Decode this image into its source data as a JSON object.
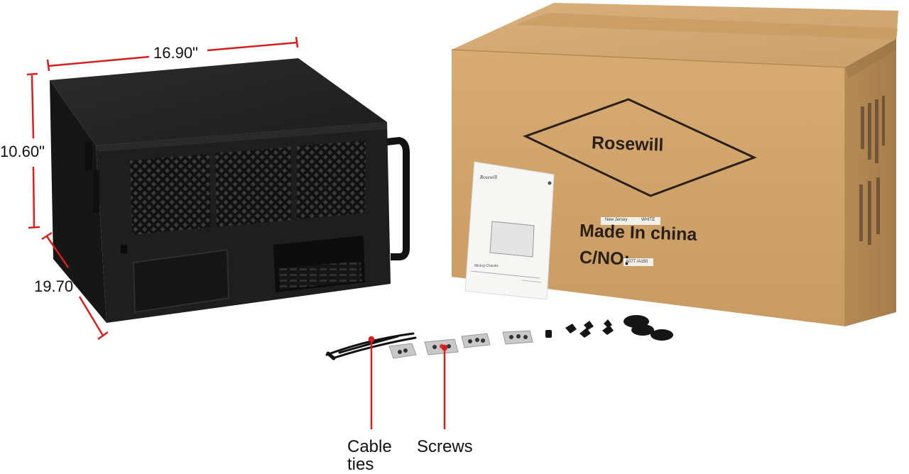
{
  "dimensions": {
    "width": "16.90\"",
    "height": "10.60\"",
    "depth": "19.70\""
  },
  "box": {
    "brand": "Rosewill",
    "origin_text": "Made In china",
    "carton_no_label": "C/NO:",
    "sticker_location": "New Jersey",
    "sticker_color": "WHITE",
    "sticker_code": "A077 /A150"
  },
  "manual": {
    "brand_script": "Rosewill",
    "caption": "Mining Chassis"
  },
  "callouts": {
    "cable_ties": "Cable ties",
    "screws": "Screws"
  },
  "colors": {
    "dimension_line": "#d42020",
    "chassis": "#1c1c1c",
    "cardboard": "#d2a56c"
  }
}
